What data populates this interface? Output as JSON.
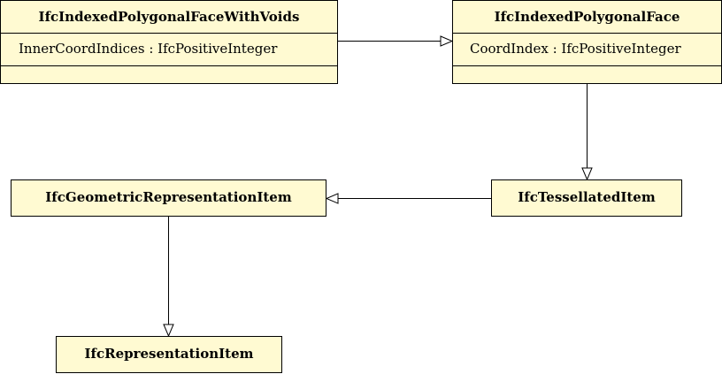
{
  "classes": {
    "face_with_voids": {
      "name": "IfcIndexedPolygonalFaceWithVoids",
      "attribute": "InnerCoordIndices : IfcPositiveInteger"
    },
    "face": {
      "name": "IfcIndexedPolygonalFace",
      "attribute": "CoordIndex : IfcPositiveInteger"
    },
    "tessellated_item": {
      "name": "IfcTessellatedItem"
    },
    "geometric_representation_item": {
      "name": "IfcGeometricRepresentationItem"
    },
    "representation_item": {
      "name": "IfcRepresentationItem"
    }
  },
  "colors": {
    "class_fill": "#fffad2",
    "line": "#000000"
  }
}
